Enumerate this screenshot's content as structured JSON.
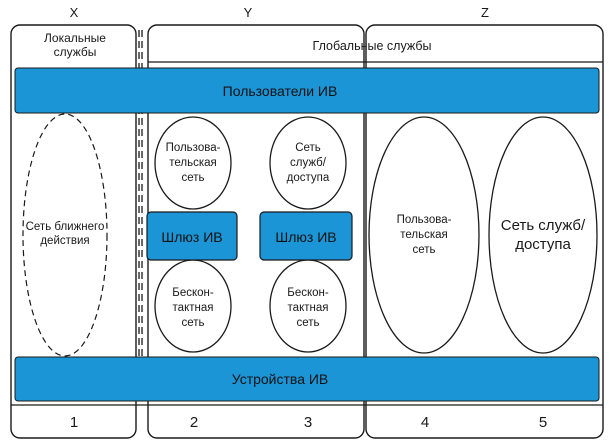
{
  "columns": {
    "x": "X",
    "y": "Y",
    "z": "Z"
  },
  "labels": {
    "local_services_1": "Локальные",
    "local_services_2": "службы",
    "global_services": "Глобальные службы",
    "users": "Пользователи ИВ",
    "devices": "Устройства ИВ",
    "near_network_1": "Сеть ближнего",
    "near_network_2": "действия",
    "gateway_left": "Шлюз ИВ",
    "gateway_right": "Шлюз ИВ",
    "user_net_small_1": "Пользова-",
    "user_net_small_2": "тельская",
    "user_net_small_3": "сеть",
    "service_net_small_1": "Сеть",
    "service_net_small_2": "служб/",
    "service_net_small_3": "доступа",
    "contactless_left_1": "Бескон-",
    "contactless_left_2": "тактная",
    "contactless_left_3": "сеть",
    "contactless_right_1": "Бескон-",
    "contactless_right_2": "тактная",
    "contactless_right_3": "сеть",
    "user_net_large_1": "Пользова-",
    "user_net_large_2": "тельская",
    "user_net_large_3": "сеть",
    "service_net_large_1": "Сеть служб/",
    "service_net_large_2": "доступа"
  },
  "footer_numbers": [
    "1",
    "2",
    "3",
    "4",
    "5"
  ],
  "colors": {
    "band": "#1b95d6",
    "stroke": "#1a1a1a"
  }
}
